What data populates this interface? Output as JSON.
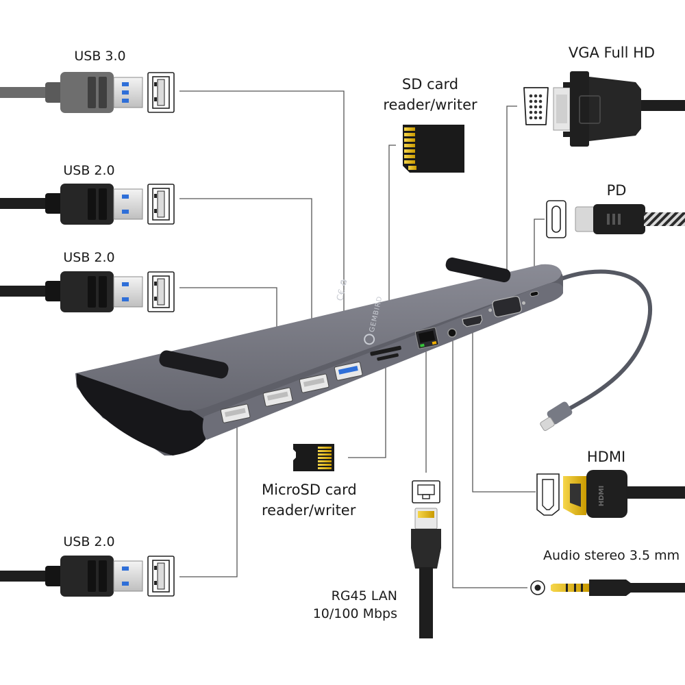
{
  "labels": {
    "usb30_top": "USB 3.0",
    "usb20_a": "USB 2.0",
    "usb20_b": "USB 2.0",
    "usb20_bottom": "USB 2.0",
    "sd_line1": "SD card",
    "sd_line2": "reader/writer",
    "vga": "VGA Full HD",
    "pd": "PD",
    "microsd_line1": "MicroSD card",
    "microsd_line2": "reader/writer",
    "hdmi": "HDMI",
    "audio": "Audio stereo 3.5 mm",
    "lan_line1": "RG45 LAN",
    "lan_line2": "10/100 Mbps"
  },
  "dock_logo_text": "GEMBIRD",
  "hdmi_plug_text": "HDMI",
  "colors": {
    "dock_body": "#6d6e78",
    "dock_top": "#7b7c86",
    "cable_black": "#1e1e1e",
    "cable_gray": "#6b6b6b",
    "usb3_blue": "#2f6fd8",
    "sd_gold": "#f0c400",
    "leader_line": "#555555"
  },
  "icons": [
    "usb-a-plug-icon",
    "usb-a-port-icon",
    "sd-card-icon",
    "microsd-card-icon",
    "vga-plug-icon",
    "vga-port-icon",
    "usb-c-plug-icon",
    "usb-c-port-icon",
    "hdmi-plug-icon",
    "hdmi-port-icon",
    "rj45-plug-icon",
    "rj45-port-icon",
    "audio-jack-icon",
    "audio-port-icon"
  ]
}
